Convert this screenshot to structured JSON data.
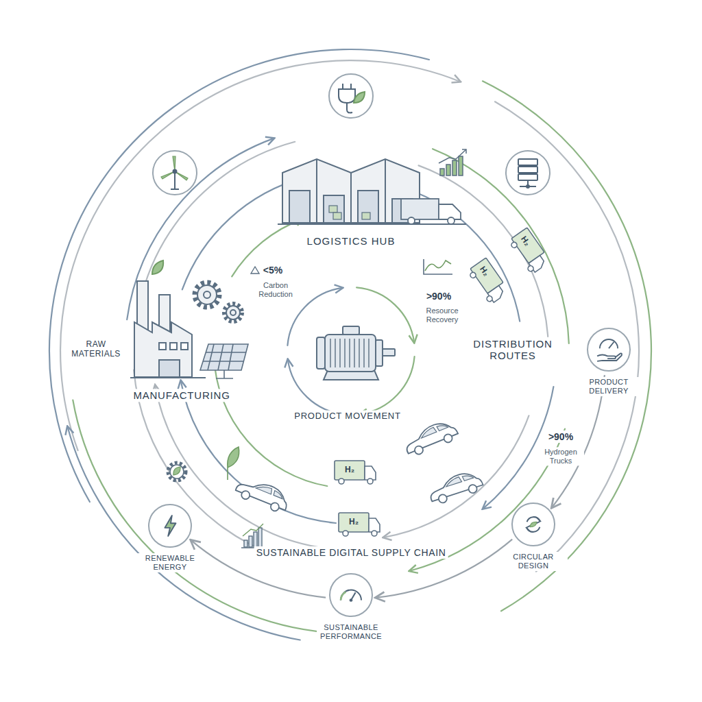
{
  "diagram": {
    "nodes": [
      {
        "text": [
          "PRODUCT DELIVERY"
        ]
      },
      {
        "text": [
          "CIRCULAR DESIGN"
        ]
      },
      {
        "text": [
          "SUSTAINABLE PERFORMANCE"
        ]
      },
      {
        "text": [
          "RENEWABLE ENERGY"
        ]
      }
    ],
    "edges": [
      {
        "from": 0,
        "to": 1,
        "arrow": "to"
      },
      {
        "from": 1,
        "to": 2,
        "arrow": "to"
      },
      {
        "from": 2,
        "to": 3,
        "arrow": "to"
      }
    ],
    "labels": [
      "LOGISTICS HUB",
      "<5%",
      "Carbon Reduction",
      ">90%",
      "Resource Recovery",
      "RAW MATERIALS",
      "MANUFACTURING",
      "DISTRIBUTION ROUTES",
      "PRODUCT MOVEMENT",
      ">90%",
      "Hydrogen Trucks",
      "SUSTAINABLE DIGITAL SUPPLY CHAIN",
      "H₂",
      "H₂",
      "H₂",
      "H₂"
    ]
  }
}
